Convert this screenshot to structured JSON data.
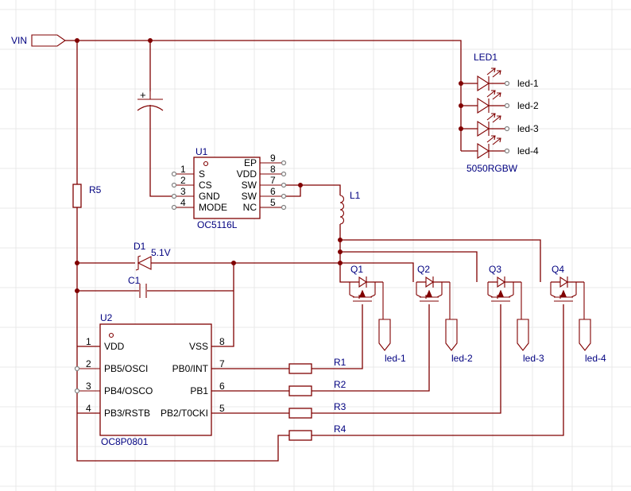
{
  "power": {
    "vin_label": "VIN"
  },
  "led1": {
    "ref": "LED1",
    "value": "5050RGBW",
    "nets": [
      "led-1",
      "led-2",
      "led-3",
      "led-4"
    ]
  },
  "u1": {
    "ref": "U1",
    "value": "OC5116L",
    "left_pins": [
      {
        "num": "1",
        "name": "S"
      },
      {
        "num": "2",
        "name": "CS"
      },
      {
        "num": "3",
        "name": "GND"
      },
      {
        "num": "4",
        "name": "MODE"
      }
    ],
    "right_pins": [
      {
        "num": "9",
        "name": "EP"
      },
      {
        "num": "8",
        "name": "VDD"
      },
      {
        "num": "7",
        "name": "SW"
      },
      {
        "num": "6",
        "name": "SW"
      },
      {
        "num": "5",
        "name": "NC"
      }
    ]
  },
  "l1": {
    "ref": "L1"
  },
  "r5": {
    "ref": "R5"
  },
  "d1": {
    "ref": "D1",
    "value": "5.1V"
  },
  "c1": {
    "ref": "C1"
  },
  "u2": {
    "ref": "U2",
    "value": "OC8P0801",
    "left_pins": [
      {
        "num": "1",
        "name": "VDD"
      },
      {
        "num": "2",
        "name": "PB5/OSCI"
      },
      {
        "num": "3",
        "name": "PB4/OSCO"
      },
      {
        "num": "4",
        "name": "PB3/RSTB"
      }
    ],
    "right_pins": [
      {
        "num": "8",
        "name": "VSS"
      },
      {
        "num": "7",
        "name": "PB0/INT"
      },
      {
        "num": "6",
        "name": "PB1"
      },
      {
        "num": "5",
        "name": "PB2/T0CKI"
      }
    ]
  },
  "transistors": [
    {
      "ref": "Q1",
      "net": "led-1"
    },
    {
      "ref": "Q2",
      "net": "led-2"
    },
    {
      "ref": "Q3",
      "net": "led-3"
    },
    {
      "ref": "Q4",
      "net": "led-4"
    }
  ],
  "resistors": [
    {
      "ref": "R1"
    },
    {
      "ref": "R2"
    },
    {
      "ref": "R3"
    },
    {
      "ref": "R4"
    }
  ]
}
